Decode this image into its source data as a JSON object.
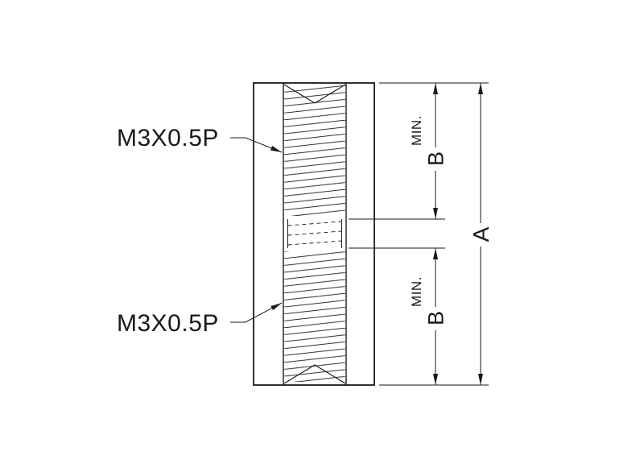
{
  "drawing": {
    "callouts": {
      "top_thread": "M3X0.5P",
      "bottom_thread": "M3X0.5P"
    },
    "dimensions": {
      "overall_length": "A",
      "thread_depth_top": "B",
      "thread_depth_top_qualifier": "MIN.",
      "thread_depth_bottom": "B",
      "thread_depth_bottom_qualifier": "MIN."
    },
    "colors": {
      "line": "#1a1a1a",
      "background": "#ffffff"
    }
  }
}
